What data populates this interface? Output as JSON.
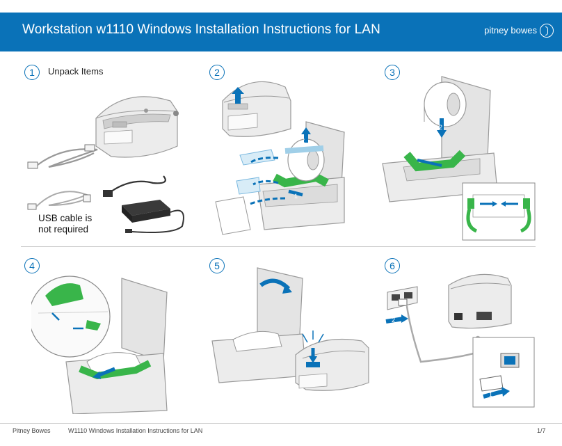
{
  "header": {
    "title": "Workstation w1110 Windows Installation Instructions for LAN",
    "brand": "pitney bowes"
  },
  "steps": [
    {
      "number": "1",
      "label": "Unpack Items",
      "note_line1": "USB cable is",
      "note_line2": "not required"
    },
    {
      "number": "2"
    },
    {
      "number": "3"
    },
    {
      "number": "4"
    },
    {
      "number": "5"
    },
    {
      "number": "6"
    }
  ],
  "arrow_labels": {
    "a": "2",
    "b": "1",
    "c": "2",
    "d": "1"
  },
  "footer": {
    "company": "Pitney Bowes",
    "doc": "W1110 Windows Installation Instructions for LAN",
    "page": "1/7"
  },
  "colors": {
    "brand_blue": "#0a72b8",
    "accent_green": "#39b54a",
    "printer_gray": "#e6e6e6"
  }
}
